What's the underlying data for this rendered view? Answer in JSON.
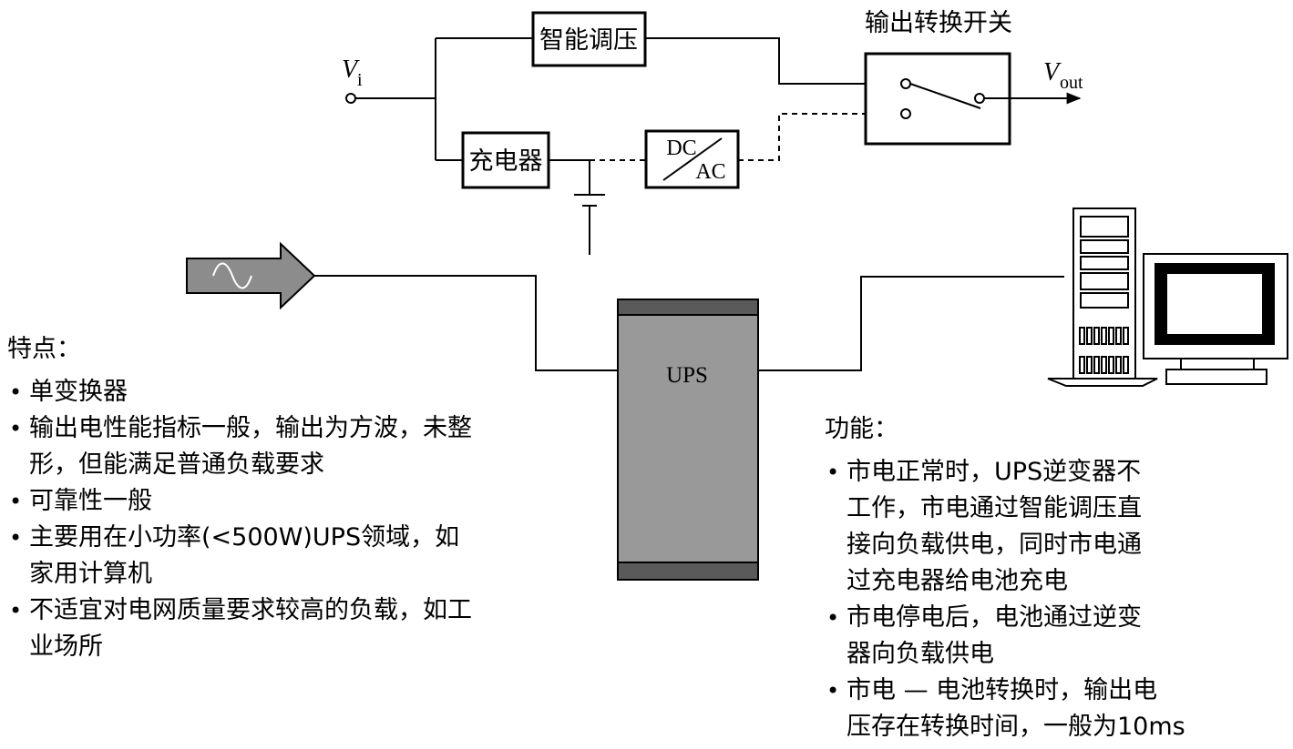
{
  "circuit": {
    "input_label_main": "V",
    "input_label_sub": "i",
    "output_label_main": "V",
    "output_label_sub": "out",
    "regulator_label": "智能调压",
    "charger_label": "充电器",
    "inverter_top": "DC",
    "inverter_bottom": "AC",
    "switch_label": "输出转换开关"
  },
  "ups": {
    "label": "UPS"
  },
  "features": {
    "heading": "特点：",
    "items": [
      {
        "line1": "单变换器",
        "line2": ""
      },
      {
        "line1": "输出电性能指标一般，输出为方波，未整",
        "line2": "形，但能满足普通负载要求"
      },
      {
        "line1": "可靠性一般",
        "line2": ""
      },
      {
        "line1": "主要用在小功率(<500W)UPS领域，如",
        "line2": "家用计算机"
      },
      {
        "line1": "不适宜对电网质量要求较高的负载，如工",
        "line2": "业场所"
      }
    ]
  },
  "functions": {
    "heading": "功能：",
    "items": [
      {
        "line1": "市电正常时，UPS逆变器不",
        "line2": "工作，市电通过智能调压直",
        "line3": "接向负载供电，同时市电通",
        "line4": "过充电器给电池充电"
      },
      {
        "line1": "市电停电后，电池通过逆变",
        "line2": "器向负载供电",
        "line3": "",
        "line4": ""
      },
      {
        "line1": "市电 — 电池转换时，输出电",
        "line2": "压存在转换时间，一般为10ms",
        "line3": "",
        "line4": ""
      }
    ]
  },
  "colors": {
    "ups_body": "#999999",
    "ups_band": "#5a5a5a",
    "arrow_fill": "#8c8c8c",
    "line": "#000000"
  },
  "icons": {
    "input_arrow": "ac-input-arrow-icon",
    "computer": "desktop-computer-icon"
  }
}
